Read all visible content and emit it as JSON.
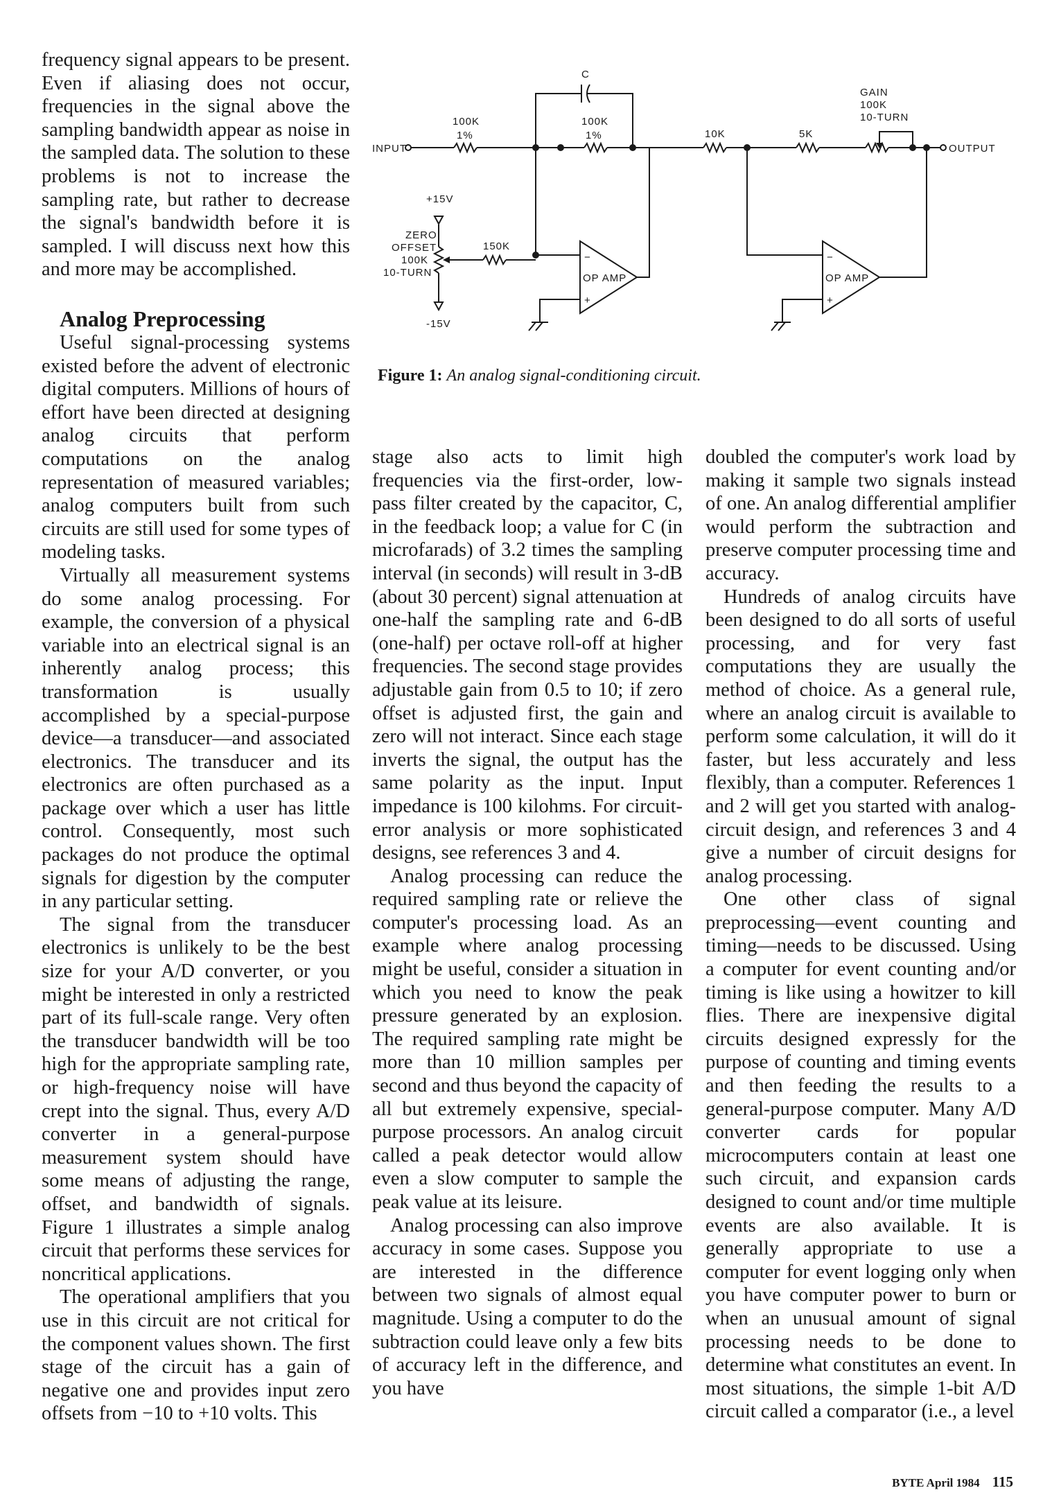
{
  "col1_top": [
    "frequency signal appears to be present. Even if aliasing does not occur, frequencies in the signal above the sampling bandwidth appear as noise in the sampled data. The solution to these problems is not to increase the sampling rate, but rather to decrease the signal's bandwidth before it is sampled. I will discuss next how this and more may be accomplished."
  ],
  "heading": "Analog Preprocessing",
  "col1_paragraphs": [
    "Useful signal-processing systems existed before the advent of electronic digital computers. Millions of hours of effort have been directed at designing analog circuits that perform computations on the analog representation of measured variables; analog computers built from such circuits are still used for some types of modeling tasks.",
    "Virtually all measurement systems do some analog processing. For example, the conversion of a physical variable into an electrical signal is an inherently analog process; this transformation is usually accomplished by a special-purpose device—a transducer—and associated electronics. The transducer and its electronics are often purchased as a package over which a user has little control. Consequently, most such packages do not produce the optimal signals for digestion by the computer in any particular setting.",
    "The signal from the transducer electronics is unlikely to be the best size for your A/D converter, or you might be interested in only a restricted part of its full-scale range. Very often the transducer bandwidth will be too high for the appropriate sampling rate, or high-frequency noise will have crept into the signal. Thus, every A/D converter in a general-purpose measurement system should have some means of adjusting the range, offset, and bandwidth of signals. Figure 1 illustrates a simple analog circuit that performs these services for noncritical applications.",
    "The operational amplifiers that you use in this circuit are not critical for the component values shown. The first stage of the circuit has a gain of negative one and provides input zero offsets from −10 to +10 volts. This"
  ],
  "col2_paragraphs": [
    "stage also acts to limit high frequencies via the first-order, low-pass filter created by the capacitor, C, in the feedback loop; a value for C (in microfarads) of 3.2 times the sampling interval (in seconds) will result in 3-dB (about 30 percent) signal attenuation at one-half the sampling rate and 6-dB (one-half) per octave roll-off at higher frequencies. The second stage provides adjustable gain from 0.5 to 10; if zero offset is adjusted first, the gain and zero will not interact. Since each stage inverts the signal, the output has the same polarity as the input. Input impedance is 100 kilohms. For circuit-error analysis or more sophisticated designs, see references 3 and 4.",
    "Analog processing can reduce the required sampling rate or relieve the computer's processing load. As an example where analog processing might be useful, consider a situation in which you need to know the peak pressure generated by an explosion. The required sampling rate might be more than 10 million samples per second and thus beyond the capacity of all but extremely expensive, special-purpose processors. An analog circuit called a peak detector would allow even a slow computer to sample the peak value at its leisure.",
    "Analog processing can also improve accuracy in some cases. Suppose you are interested in the difference between two signals of almost equal magnitude. Using a computer to do the subtraction could leave only a few bits of accuracy left in the difference, and you have"
  ],
  "col3_paragraphs": [
    "doubled the computer's work load by making it sample two signals instead of one. An analog differential amplifier would perform the subtraction and preserve computer processing time and accuracy.",
    "Hundreds of analog circuits have been designed to do all sorts of useful processing, and for very fast computations they are usually the method of choice. As a general rule, where an analog circuit is available to perform some calculation, it will do it faster, but less accurately and less flexibly, than a computer. References 1 and 2 will get you started with analog-circuit design, and references 3 and 4 give a number of circuit designs for analog processing.",
    "One other class of signal preprocessing—event counting and timing—needs to be discussed. Using a computer for event counting and/or timing is like using a howitzer to kill flies. There are inexpensive digital circuits designed expressly for the purpose of counting and timing events and then feeding the results to a general-purpose computer. Many A/D converter cards for popular microcomputers contain at least one such circuit, and expansion cards designed to count and/or time multiple events are also available. It is generally appropriate to use a computer for event logging only when you have computer power to burn or when an unusual amount of signal processing needs to be done to determine what constitutes an event. In most situations, the simple 1-bit A/D circuit called a comparator (i.e., a level"
  ],
  "figure": {
    "labels": {
      "input": "INPUT",
      "output": "OUTPUT",
      "r1": "100K",
      "r1_tol": "1%",
      "cap": "C",
      "r2": "100K",
      "r2_tol": "1%",
      "r3": "10K",
      "r4": "5K",
      "gain": "GAIN",
      "gain_val": "100K",
      "gain_turn": "10-TURN",
      "pos_supply": "+15V",
      "neg_supply": "-15V",
      "zero": "ZERO",
      "offset": "OFFSET",
      "zero_val": "100K",
      "zero_turn": "10-TURN",
      "r5": "150K",
      "opamp1": "OP AMP",
      "opamp2": "OP AMP",
      "minus": "−",
      "plus": "+"
    },
    "caption_label": "Figure 1:",
    "caption_text": "An analog signal-conditioning circuit."
  },
  "footer": {
    "magazine": "BYTE April 1984",
    "page": "115"
  }
}
